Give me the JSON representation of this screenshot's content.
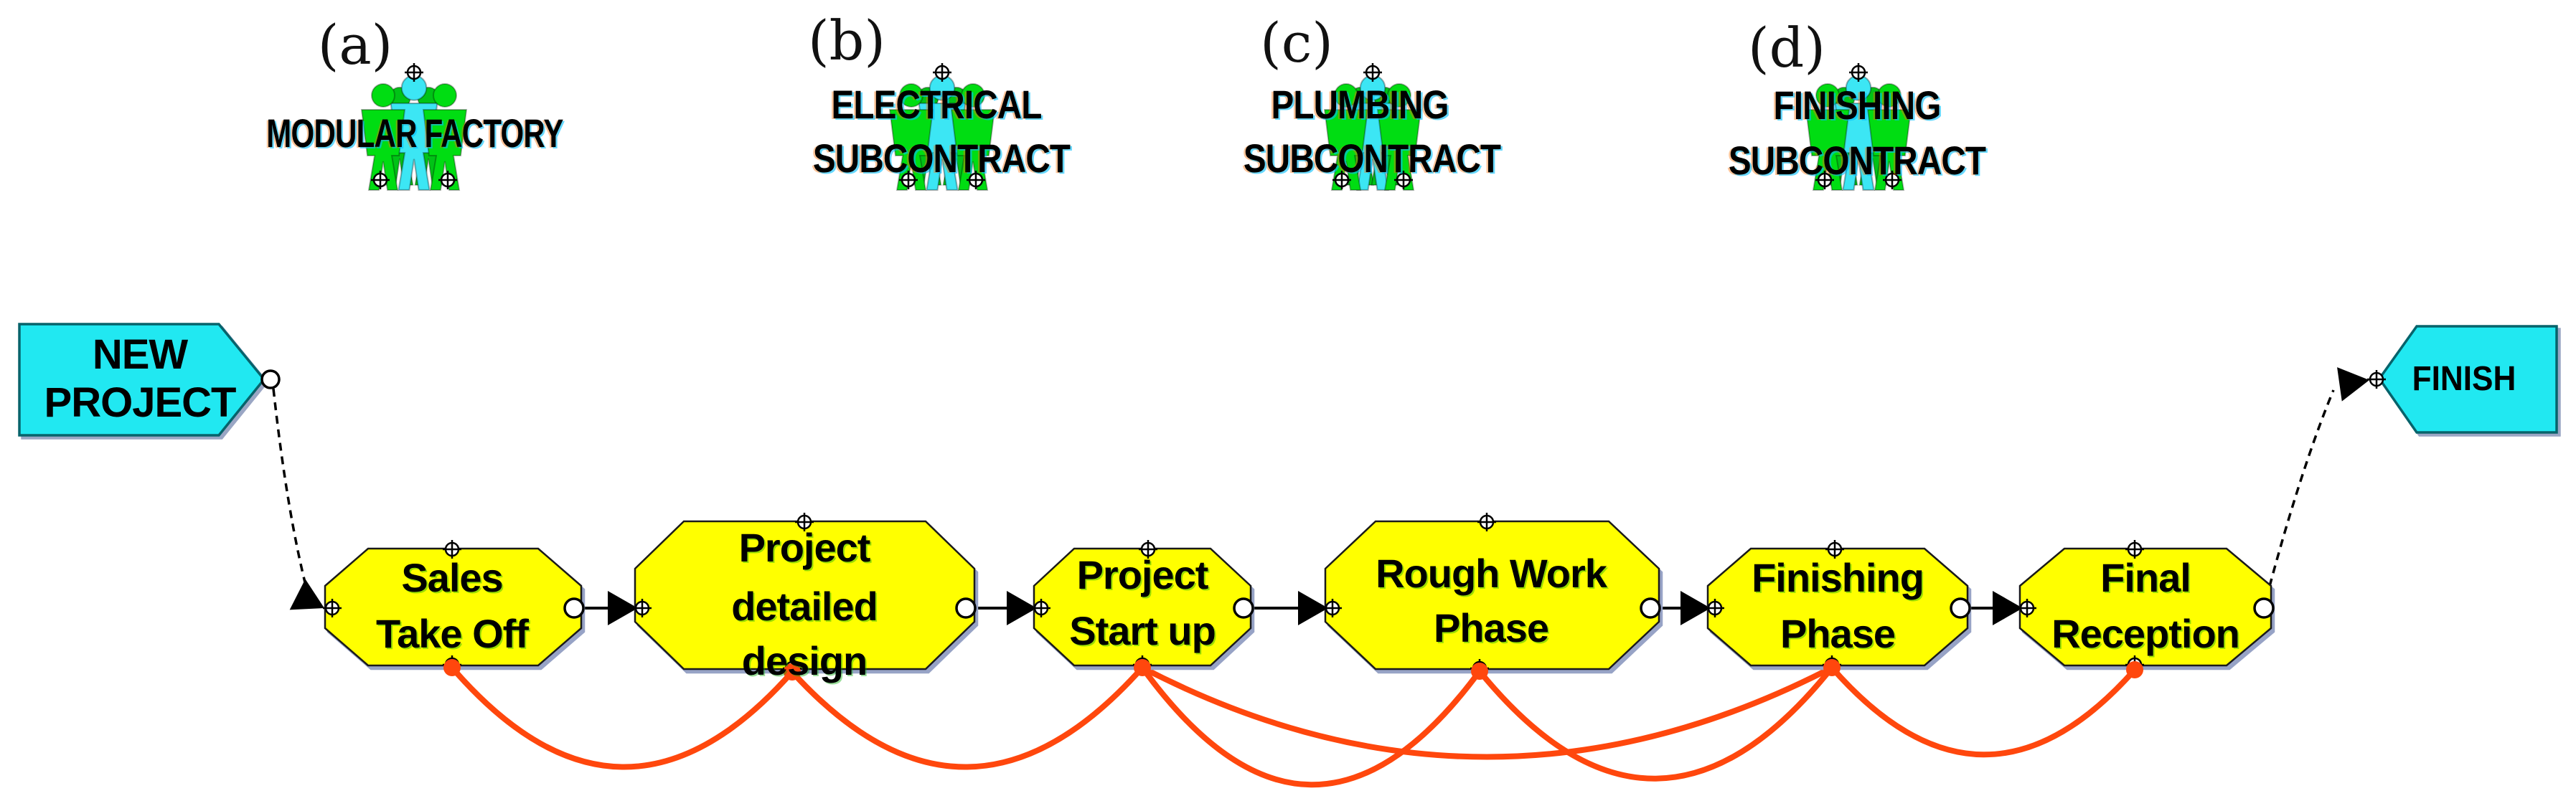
{
  "resources": [
    {
      "panel_label": "(a)",
      "name_lines": [
        "MODULAR FACTORY",
        ""
      ],
      "icon": "resource-people-icon"
    },
    {
      "panel_label": "(b)",
      "name_lines": [
        "ELECTRICAL",
        "SUBCONTRACT"
      ],
      "icon": "resource-people-icon"
    },
    {
      "panel_label": "(c)",
      "name_lines": [
        "PLUMBING",
        "SUBCONTRACT"
      ],
      "icon": "resource-people-icon"
    },
    {
      "panel_label": "(d)",
      "name_lines": [
        "FINISHING",
        "SUBCONTRACT"
      ],
      "icon": "resource-people-icon"
    }
  ],
  "flow": {
    "start": {
      "label_lines": [
        "NEW",
        "PROJECT"
      ]
    },
    "finish": {
      "label": "FINISH"
    },
    "activities": [
      {
        "id": "sales-take-off",
        "label_lines": [
          "Sales",
          "Take Off",
          ""
        ]
      },
      {
        "id": "project-detailed-design",
        "label_lines": [
          "Project",
          "detailed",
          "design"
        ]
      },
      {
        "id": "project-start-up",
        "label_lines": [
          "Project",
          "Start up",
          ""
        ]
      },
      {
        "id": "rough-work-phase",
        "label_lines": [
          "Rough Work",
          "Phase",
          ""
        ]
      },
      {
        "id": "finishing-phase",
        "label_lines": [
          "Finishing",
          "Phase",
          ""
        ]
      },
      {
        "id": "final-reception",
        "label_lines": [
          "Final",
          "Reception",
          ""
        ]
      }
    ],
    "sequence_links": [
      {
        "from": "new-project",
        "to": "sales-take-off"
      },
      {
        "from": "sales-take-off",
        "to": "project-detailed-design"
      },
      {
        "from": "project-detailed-design",
        "to": "project-start-up"
      },
      {
        "from": "project-start-up",
        "to": "rough-work-phase"
      },
      {
        "from": "rough-work-phase",
        "to": "finishing-phase"
      },
      {
        "from": "finishing-phase",
        "to": "final-reception"
      },
      {
        "from": "final-reception",
        "to": "finish"
      }
    ],
    "resource_links": [
      {
        "from": "sales-take-off",
        "to": "project-detailed-design"
      },
      {
        "from": "project-detailed-design",
        "to": "project-start-up"
      },
      {
        "from": "project-start-up",
        "to": "rough-work-phase"
      },
      {
        "from": "project-start-up",
        "to": "finishing-phase"
      },
      {
        "from": "rough-work-phase",
        "to": "finishing-phase"
      },
      {
        "from": "finishing-phase",
        "to": "final-reception"
      }
    ]
  },
  "colors": {
    "activity_fill": "#ffff00",
    "terminal_fill": "#21e8f1",
    "resource_link": "#ff470d",
    "person_green": "#00dd12",
    "person_cyan": "#3ce6f4",
    "connector": "#000000"
  }
}
